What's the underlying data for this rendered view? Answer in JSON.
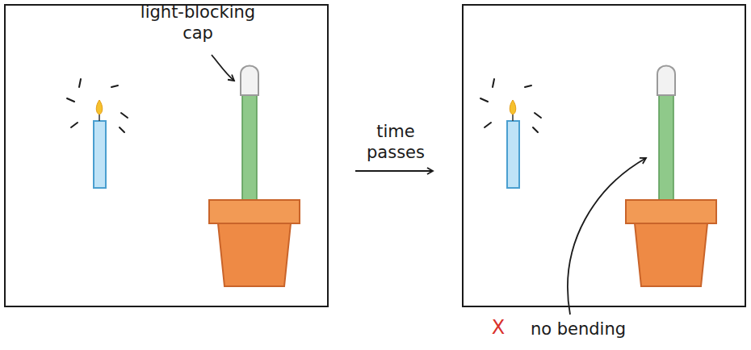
{
  "diagram": {
    "labels": [
      "light-blocking cap",
      "time passes",
      "X",
      "no bending"
    ]
  }
}
